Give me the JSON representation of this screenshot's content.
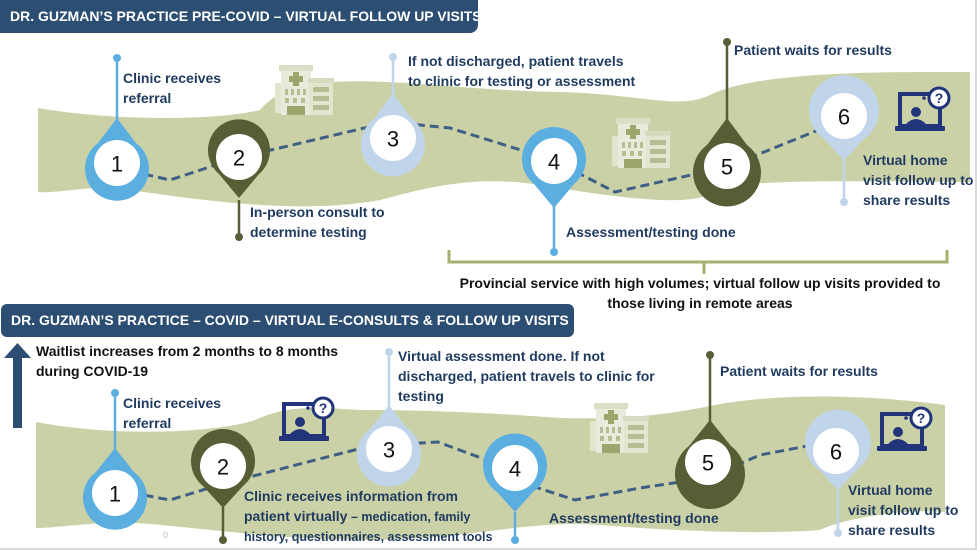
{
  "colors": {
    "banner": "#2c4e72",
    "ribbon": "#cbd1a7",
    "pin_blue": "#5aafe0",
    "pin_olive": "#565e35",
    "pin_light": "#c1d5ea",
    "dash_path": "#3f5f85",
    "label_text": "#1f3a5f",
    "bracket": "#a5b070"
  },
  "pre_covid": {
    "title": "DR. GUZMAN’S PRACTICE PRE-COVID – VIRTUAL FOLLOW UP VISITS",
    "steps": [
      {
        "number": "1",
        "label": "Clinic receives referral",
        "lines": [
          "Clinic receives",
          "referral"
        ]
      },
      {
        "number": "2",
        "label": "In-person consult to determine testing",
        "lines": [
          "In-person consult to",
          "determine testing"
        ]
      },
      {
        "number": "3",
        "label": "If not discharged, patient travels to clinic for testing or assessment",
        "lines": [
          "If not discharged, patient travels",
          "to clinic for testing or assessment"
        ]
      },
      {
        "number": "4",
        "label": "Assessment/testing done",
        "lines": [
          "Assessment/testing done"
        ]
      },
      {
        "number": "5",
        "label": "Patient waits for results",
        "lines": [
          "Patient waits for results"
        ]
      },
      {
        "number": "6",
        "label": "Virtual home visit follow up to share results",
        "lines": [
          "Virtual home",
          "visit follow up to",
          "share results"
        ]
      }
    ],
    "icons": [
      "hospital-icon",
      "hospital-icon",
      "virtual-visit-icon"
    ],
    "bracket_note_lines": [
      "Provincial service with high volumes; virtual follow up visits provided to",
      "those living in remote areas"
    ]
  },
  "covid": {
    "title": "DR. GUZMAN’S PRACTICE – COVID – VIRTUAL E-CONSULTS & FOLLOW UP VISITS",
    "waitlist_note_lines": [
      "Waitlist increases from 2 months to 8 months",
      "during COVID-19"
    ],
    "steps": [
      {
        "number": "1",
        "label": "Clinic receives referral",
        "lines": [
          "Clinic receives",
          "referral"
        ]
      },
      {
        "number": "2",
        "label": "Clinic receives information from patient virtually – medication, family history, questionnaires, assessment tools",
        "lines": [
          "Clinic receives information from",
          "patient virtually",
          " – medication, family",
          "history, questionnaires, assessment tools"
        ]
      },
      {
        "number": "3",
        "label": "Virtual assessment done. If not discharged, patient travels to clinic for testing",
        "lines": [
          "Virtual assessment done. If not",
          "discharged, patient travels to clinic for",
          "testing"
        ]
      },
      {
        "number": "4",
        "label": "Assessment/testing done",
        "lines": [
          "Assessment/testing done"
        ]
      },
      {
        "number": "5",
        "label": "Patient waits for results",
        "lines": [
          "Patient waits for results"
        ]
      },
      {
        "number": "6",
        "label": "Virtual home visit follow up to share results",
        "lines": [
          "Virtual home",
          "visit follow up to",
          "share results"
        ]
      }
    ],
    "icons": [
      "virtual-visit-icon",
      "hospital-icon",
      "virtual-visit-icon"
    ]
  },
  "footer_mark": "0"
}
